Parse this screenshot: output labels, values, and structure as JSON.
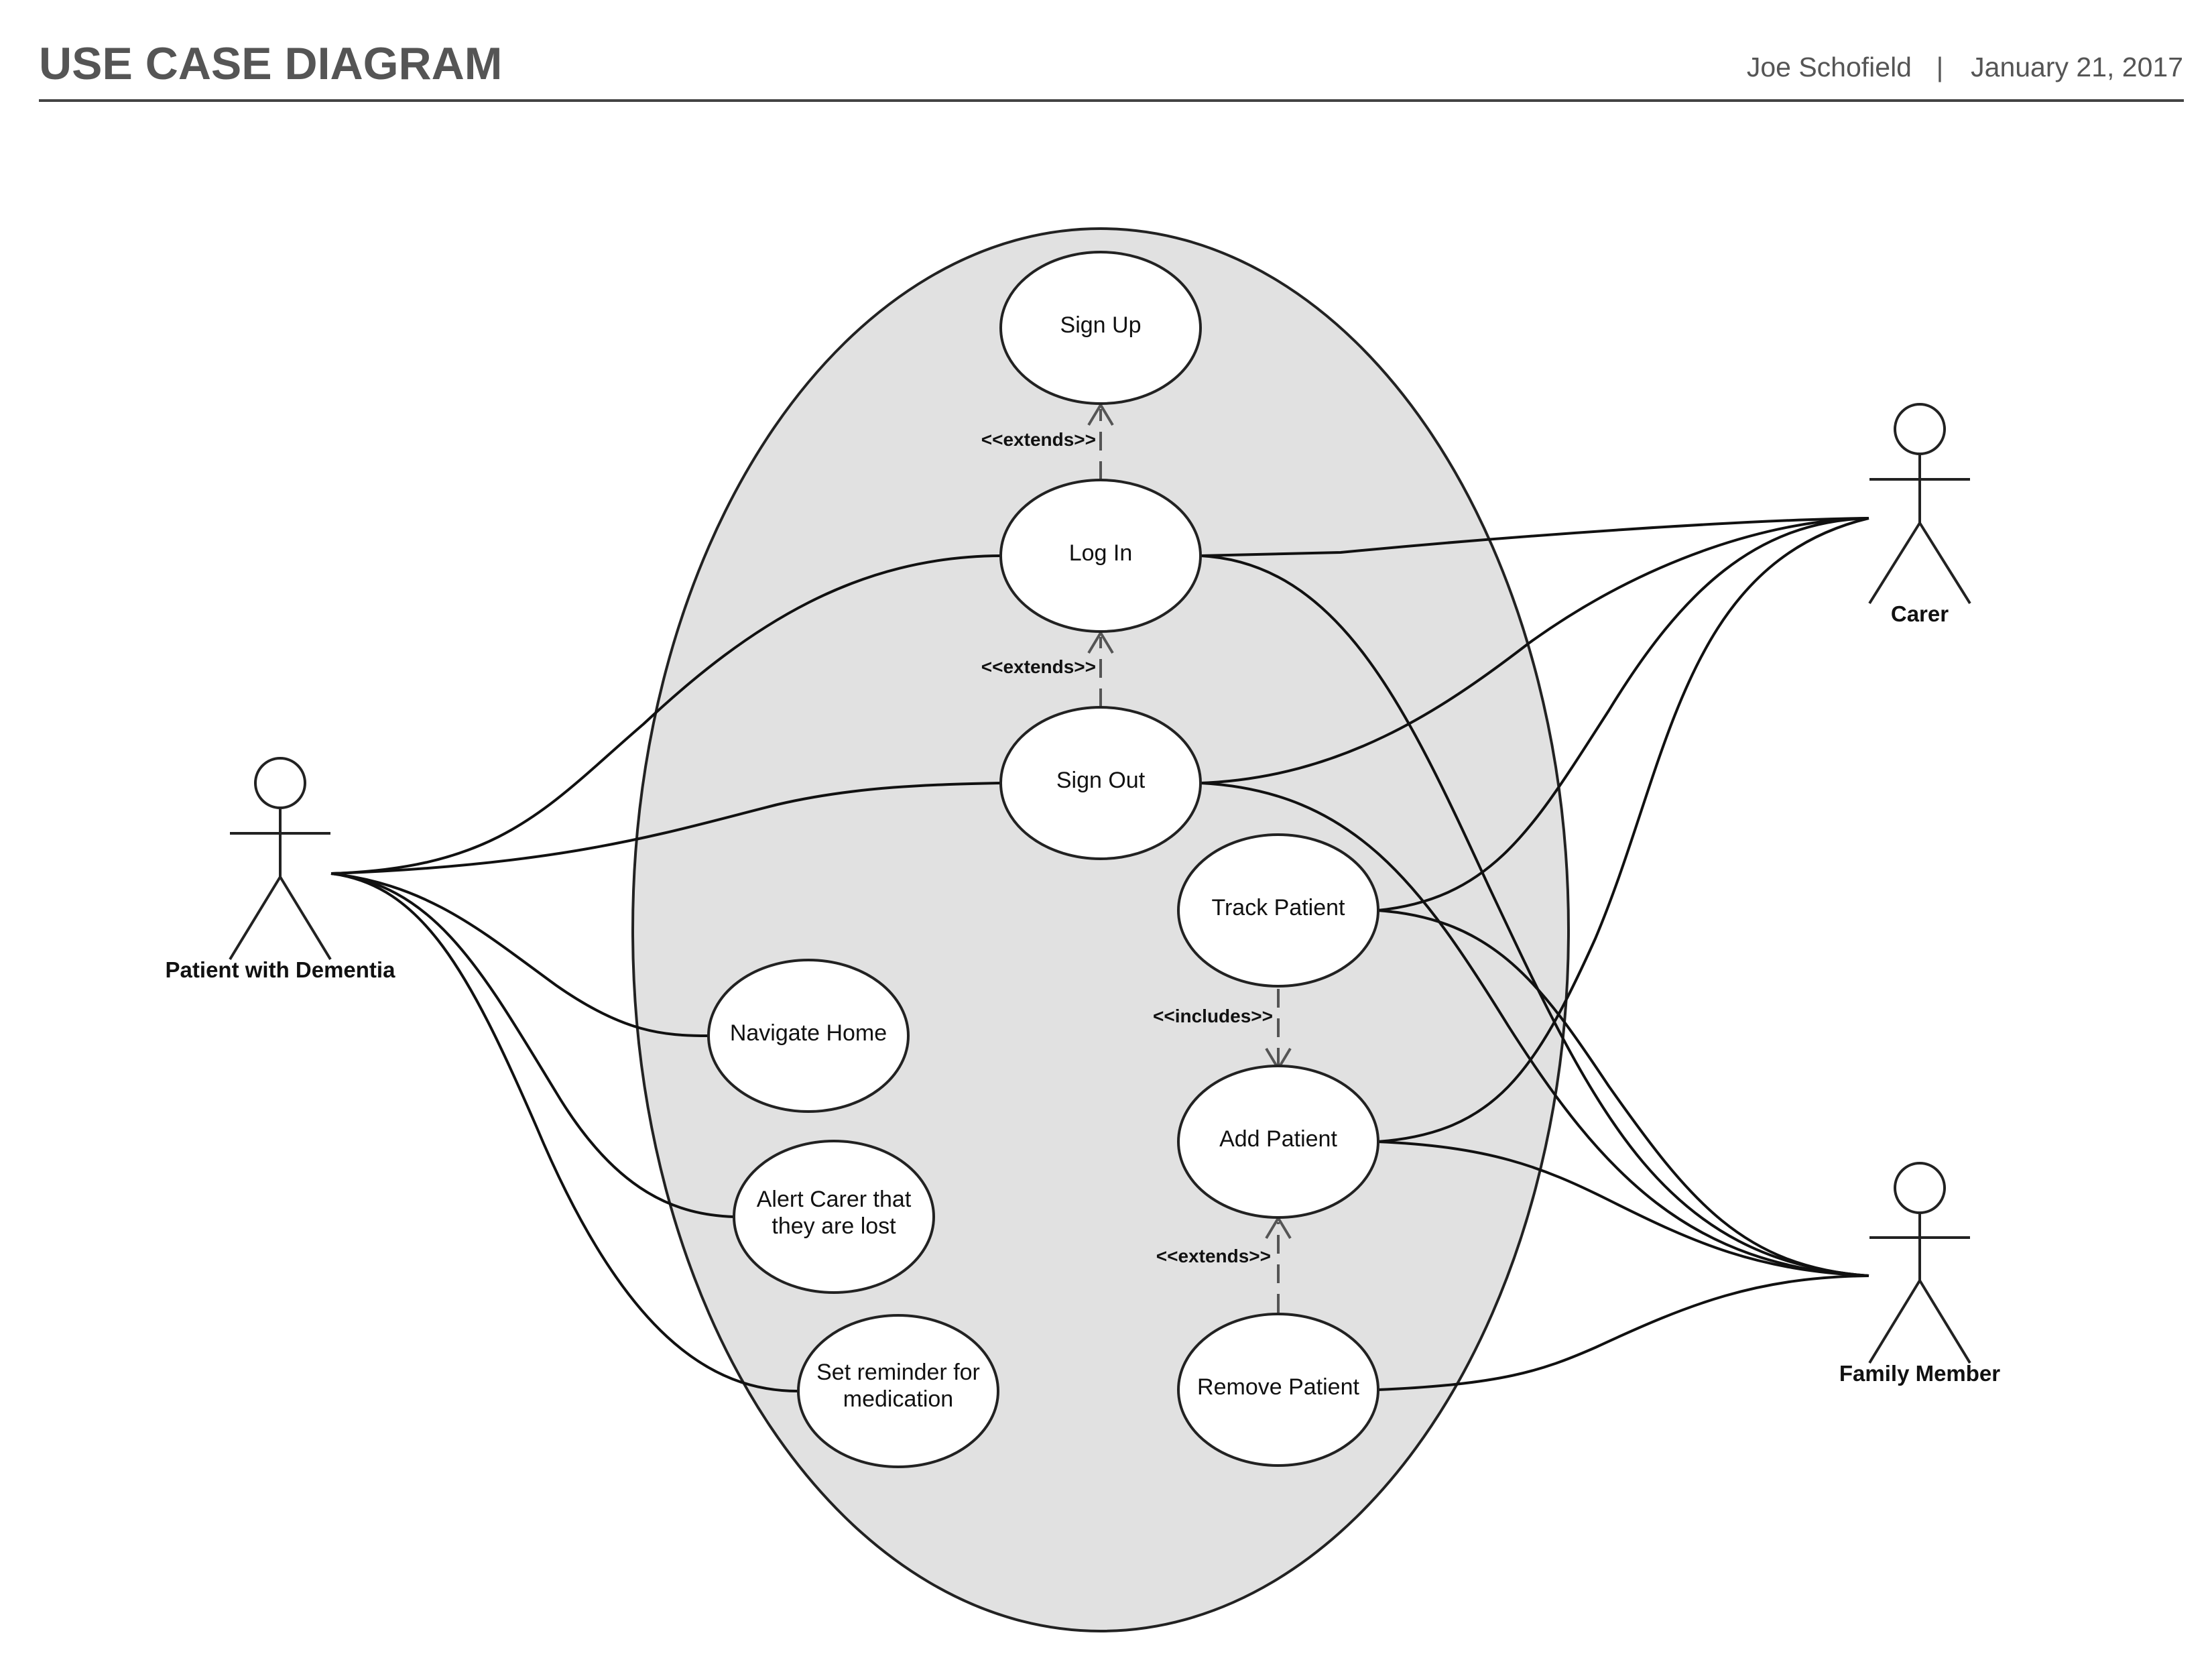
{
  "header": {
    "title": "USE CASE DIAGRAM",
    "author": "Joe Schofield",
    "separator": "|",
    "date": "January 21, 2017"
  },
  "colors": {
    "system_fill": "#e1e1e1",
    "header_text": "#555555",
    "line": "#111111",
    "dependency_line": "#555555"
  },
  "actors": {
    "patient": "Patient with Dementia",
    "carer": "Carer",
    "family": "Family Member"
  },
  "use_cases": {
    "sign_up": [
      "Sign Up"
    ],
    "log_in": [
      "Log In"
    ],
    "sign_out": [
      "Sign Out"
    ],
    "track_patient": [
      "Track Patient"
    ],
    "navigate_home": [
      "Navigate Home"
    ],
    "add_patient": [
      "Add Patient"
    ],
    "alert_carer": [
      "Alert Carer that",
      "they are lost"
    ],
    "set_reminder": [
      "Set reminder for",
      "medication"
    ],
    "remove_patient": [
      "Remove Patient"
    ]
  },
  "relationships": {
    "login_extends_signup": "<<extends>>",
    "signout_extends_login": "<<extends>>",
    "track_includes_add": "<<includes>>",
    "remove_extends_add": "<<extends>>"
  }
}
